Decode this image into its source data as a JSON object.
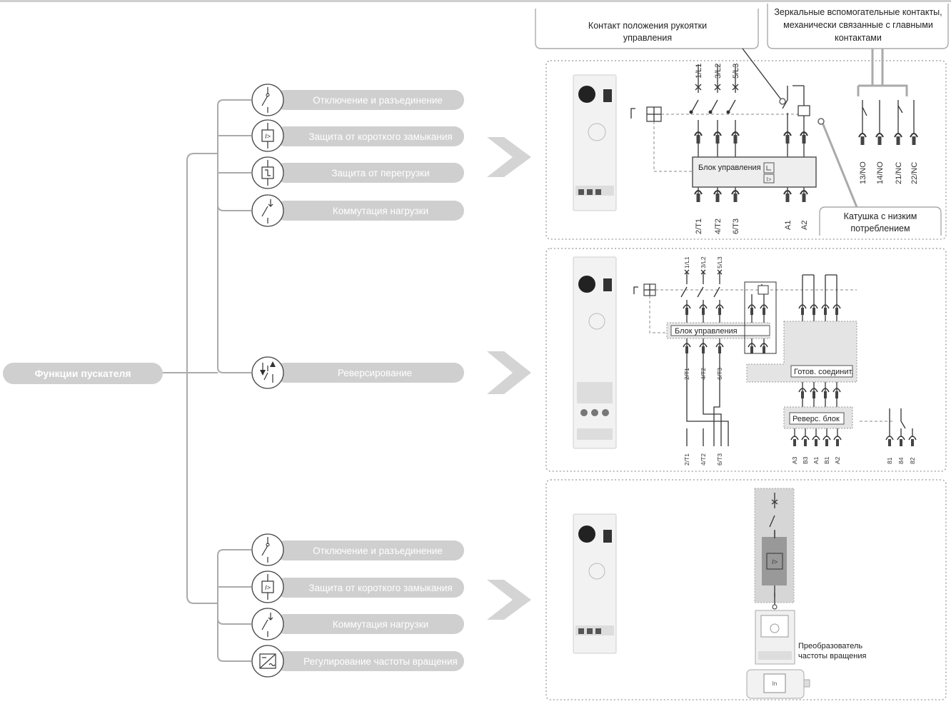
{
  "root": {
    "label": "Функции пускателя"
  },
  "group1": {
    "items": [
      {
        "label": "Отключение и разъединение",
        "icon": "isolation-switch-icon"
      },
      {
        "label": "Защита от короткого замыкания",
        "icon": "short-circuit-trip-icon"
      },
      {
        "label": "Защита от перегрузки",
        "icon": "overload-relay-icon"
      },
      {
        "label": "Коммутация нагрузки",
        "icon": "contactor-switch-icon"
      }
    ]
  },
  "group2": {
    "items": [
      {
        "label": "Реверсирование",
        "icon": "reversing-icon"
      }
    ]
  },
  "group3": {
    "items": [
      {
        "label": "Отключение и разъединение",
        "icon": "isolation-switch-icon"
      },
      {
        "label": "Защита от короткого замыкания",
        "icon": "short-circuit-trip-icon"
      },
      {
        "label": "Коммутация нагрузки",
        "icon": "contactor-switch-icon"
      },
      {
        "label": "Регулирование частоты вращения",
        "icon": "speed-drive-icon"
      }
    ]
  },
  "callouts": {
    "handle_contact": "Контакт положения рукоятки управления",
    "mirror_contacts": "Зеркальные вспомогательные контакты, механически связанные с главными контактами",
    "low_coil": "Катушка с низким потреблением"
  },
  "panel1": {
    "top_terms": [
      "1/L1",
      "3/L2",
      "5/L3"
    ],
    "bottom_terms": [
      "2/T1",
      "4/T2",
      "6/T3",
      "A1",
      "A2"
    ],
    "aux_terms": [
      "13/NO",
      "14/NO",
      "21/NC",
      "22/NC"
    ],
    "control_block": "Блок управления"
  },
  "panel2": {
    "top_terms": [
      "1/L1",
      "3/L2",
      "5/L3"
    ],
    "mid_terms": [
      "2/T1",
      "4/T2",
      "6/T3"
    ],
    "bottom_terms": [
      "2/T1",
      "4/T2",
      "6/T3"
    ],
    "rev_terms": [
      "A3",
      "B3",
      "A1",
      "B1",
      "A2"
    ],
    "lock_terms": [
      "81",
      "84",
      "82"
    ],
    "control_block": "Блок управления",
    "ready_block": "Готов. соединит.",
    "rev_block": "Реверс. блок"
  },
  "panel3": {
    "converter_label_1": "Преобразователь",
    "converter_label_2": "частоты вращения",
    "motor_label": "In"
  }
}
